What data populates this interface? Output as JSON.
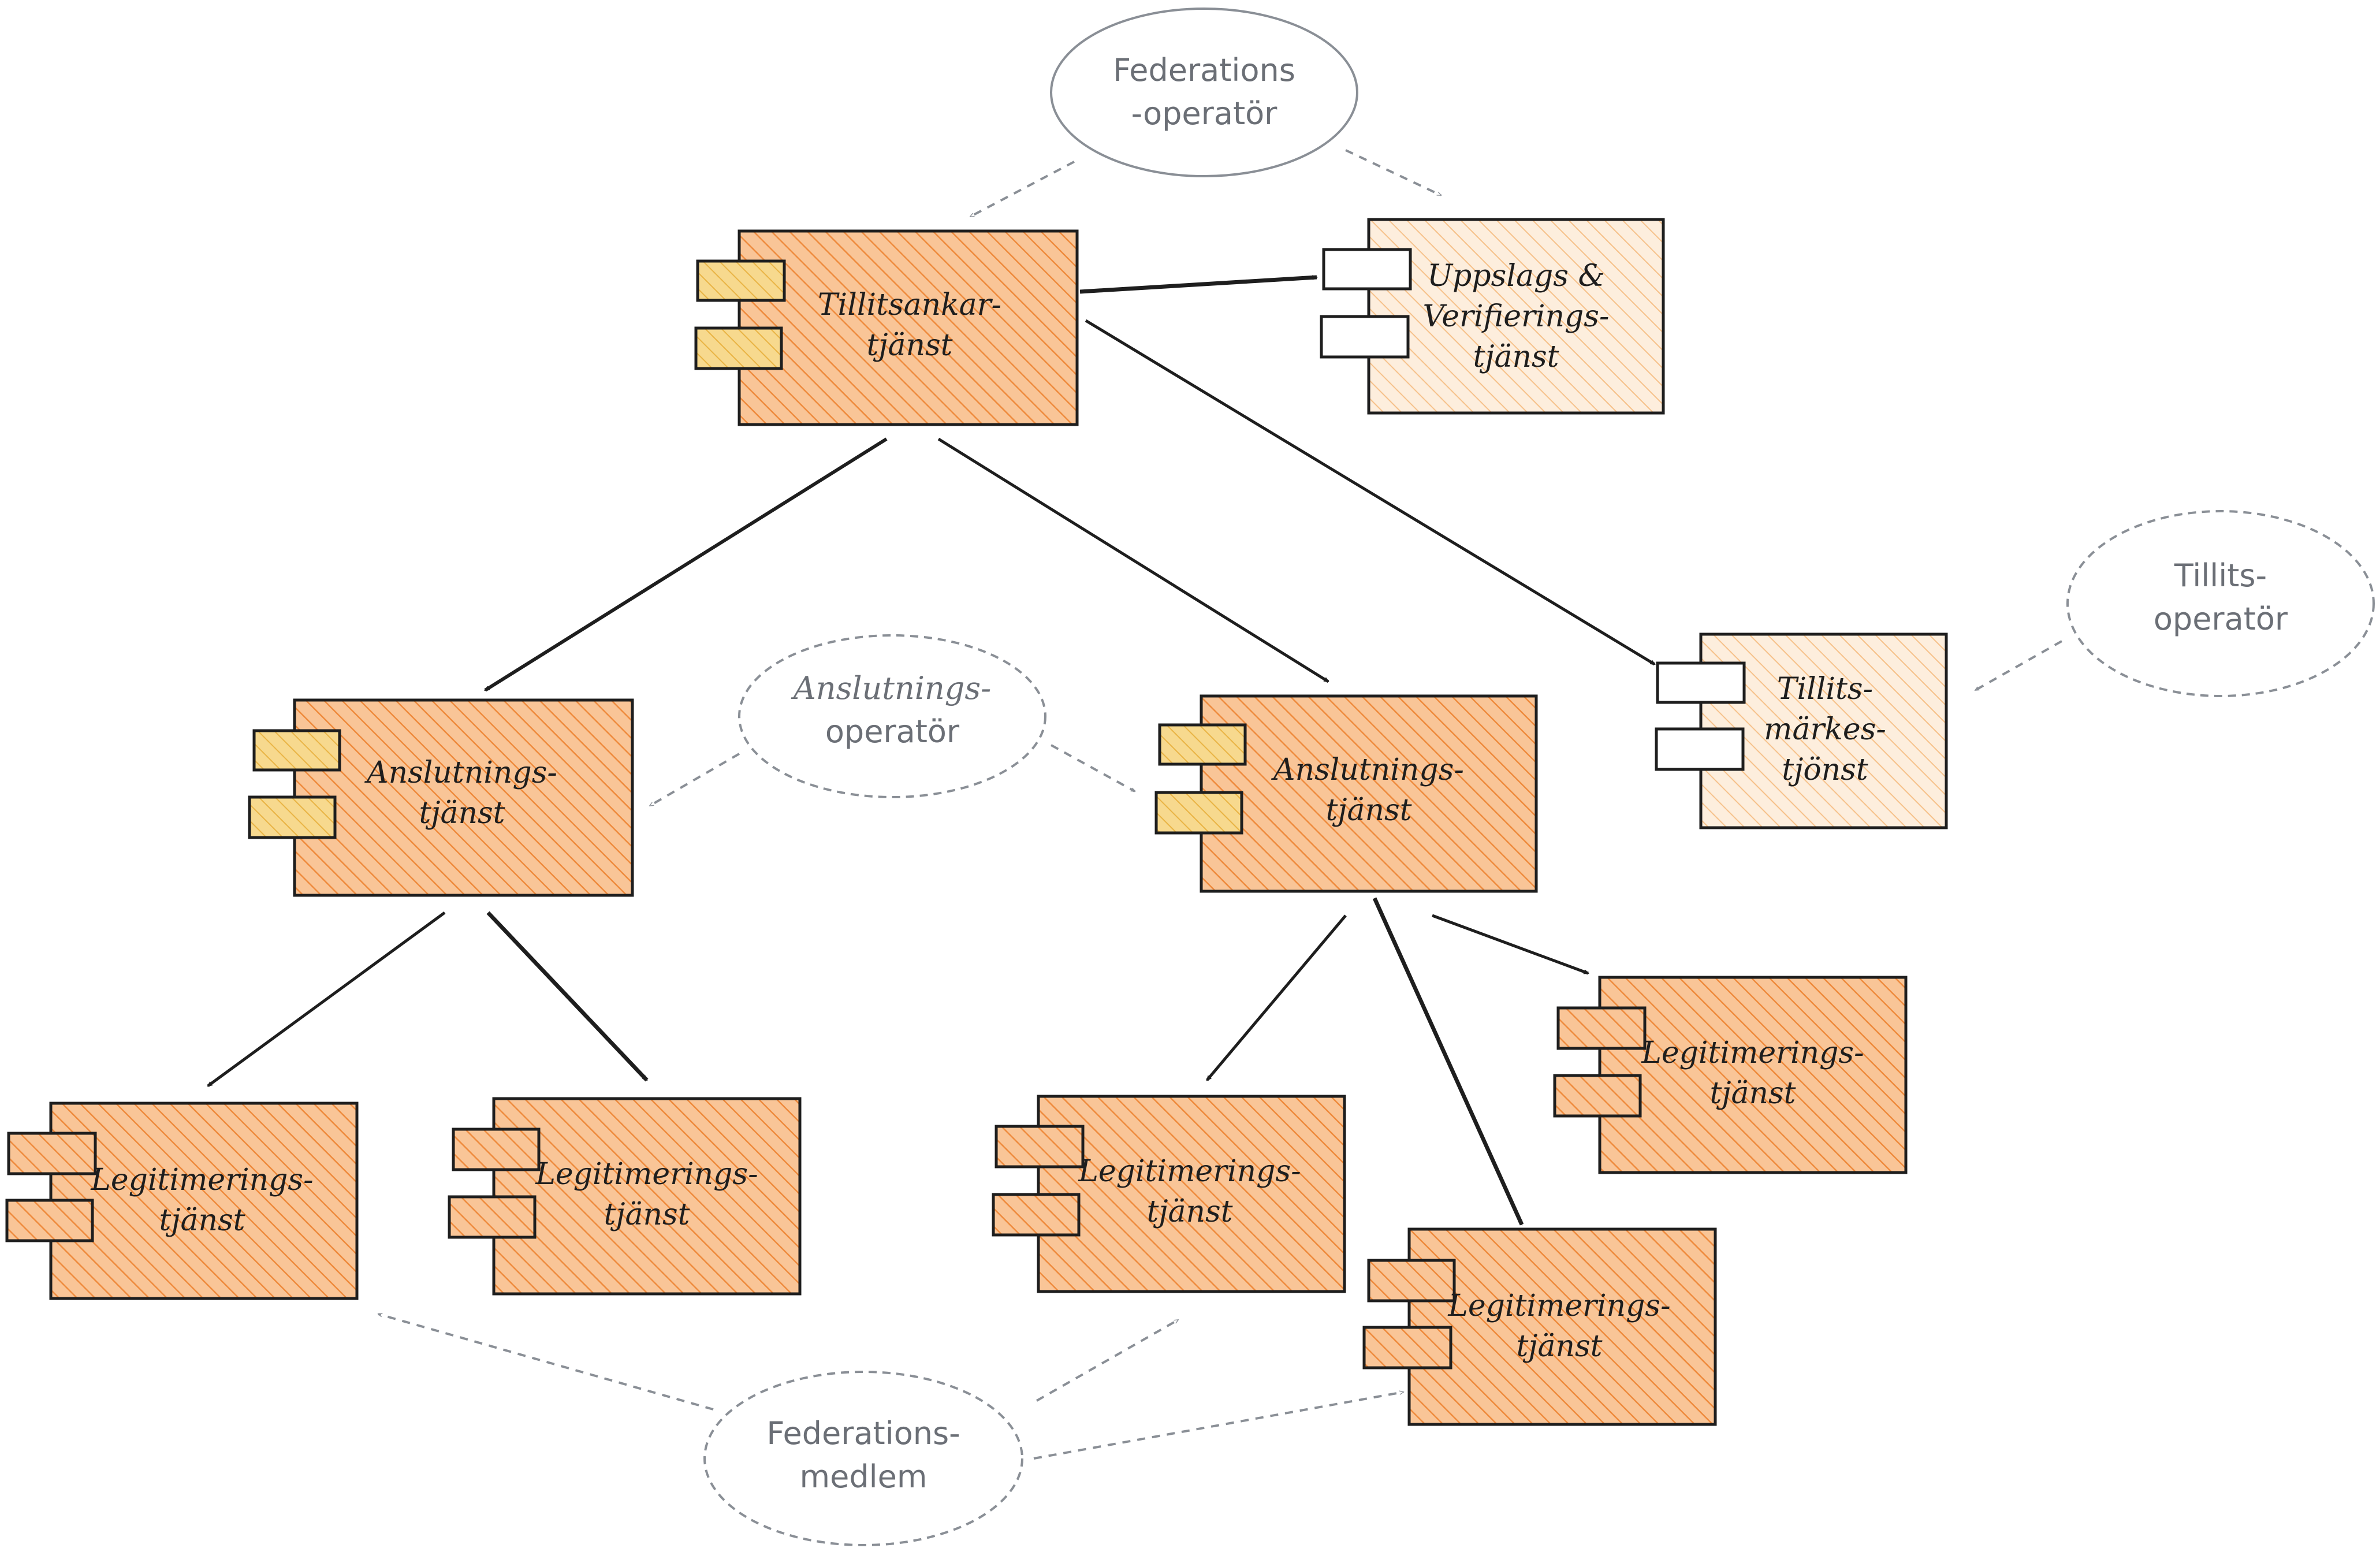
{
  "colors": {
    "orange_fill": "#f5b47a",
    "orange_hatch": "#f08a3a",
    "light_fill": "#fbe2c8",
    "light_hatch": "#f4bf86",
    "yellow_port": "#f2c66a",
    "stroke": "#1e1e1e",
    "dashed": "#8a8f96"
  },
  "operators": {
    "federations_operator": [
      "Federations",
      "-operatör"
    ],
    "anslutnings_operator": [
      "Anslutnings-",
      "operatör"
    ],
    "tillits_operator": [
      "Tillits-",
      "operatör"
    ],
    "federations_member": [
      "Federations-",
      "medlem"
    ]
  },
  "services": {
    "trust_anchor": [
      "Tillitsankar-",
      "tjänst"
    ],
    "lookup": [
      "Uppslags &",
      "Verifierings-",
      "tjänst"
    ],
    "trust_mark": [
      "Tillits-",
      "märkes-",
      "tjönst"
    ],
    "anslutning_left": [
      "Anslutnings-",
      "tjänst"
    ],
    "anslutning_right": [
      "Anslutnings-",
      "tjänst"
    ],
    "leg_1": [
      "Legitimerings-",
      "tjänst"
    ],
    "leg_2": [
      "Legitimerings-",
      "tjänst"
    ],
    "leg_3": [
      "Legitimerings-",
      "tjänst"
    ],
    "leg_4": [
      "Legitimerings-",
      "tjänst"
    ],
    "leg_5": [
      "Legitimerings-",
      "tjänst"
    ]
  }
}
